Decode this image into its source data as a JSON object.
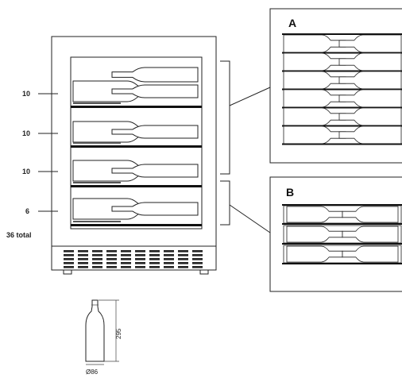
{
  "shelf_counts": [
    "10",
    "10",
    "10",
    "6"
  ],
  "total_label": "36 total",
  "panel_labels": {
    "a": "A",
    "b": "B"
  },
  "bottle_dimensions": {
    "height": "295",
    "diameter": "Ø86"
  }
}
